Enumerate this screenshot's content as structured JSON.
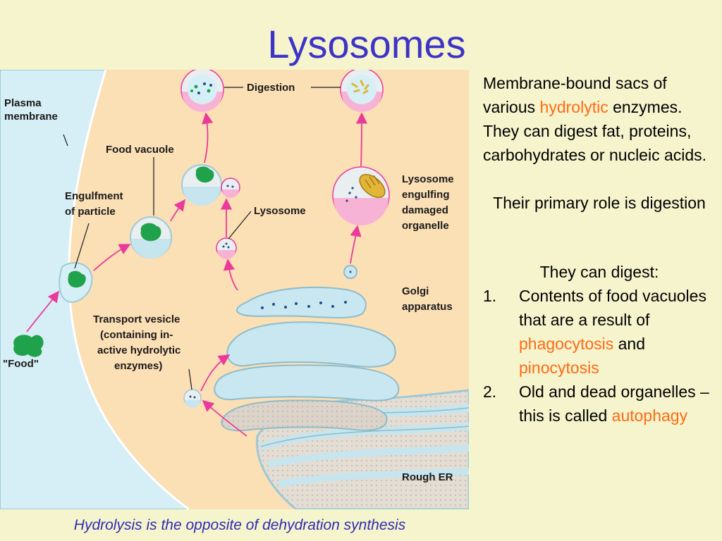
{
  "title": "Lysosomes",
  "caption": "Hydrolysis is the opposite of dehydration synthesis",
  "colors": {
    "title": "#3d34c7",
    "highlight": "#ff6a13",
    "caption": "#2f2bb4",
    "background": "#f6f4cd",
    "figure_bg": "#fbdfb5",
    "arrow": "#ea3a9b"
  },
  "figure": {
    "labels": {
      "plasma_membrane": [
        "Plasma",
        "membrane"
      ],
      "food": "\"Food\"",
      "engulfment": [
        "Engulfment",
        "of particle"
      ],
      "food_vacuole": "Food vacuole",
      "digestion": "Digestion",
      "lysosome": "Lysosome",
      "lysosome_engulfing": [
        "Lysosome",
        "engulfing",
        "damaged",
        "organelle"
      ],
      "golgi": [
        "Golgi",
        "apparatus"
      ],
      "transport_vesicle": [
        "Transport vesicle",
        "(containing in-",
        "active hydrolytic",
        "enzymes)"
      ],
      "rough_er": "Rough ER"
    }
  },
  "side": {
    "intro_before": "Membrane-bound sacs of various ",
    "intro_highlight": "hydrolytic",
    "intro_after": " enzymes. They can digest fat, proteins, carbohydrates or nucleic acids.",
    "role": "Their primary role is digestion",
    "digest_heading": "They can digest:",
    "items": [
      {
        "number": "1.",
        "before": "Contents of food vacuoles that are a result of ",
        "hl1": "phagocytosis",
        "middle": " and ",
        "hl2": "pinocytosis",
        "after": ""
      },
      {
        "number": "2.",
        "before": "Old and dead organelles – this is called ",
        "hl1": "autophagy"
      }
    ]
  }
}
